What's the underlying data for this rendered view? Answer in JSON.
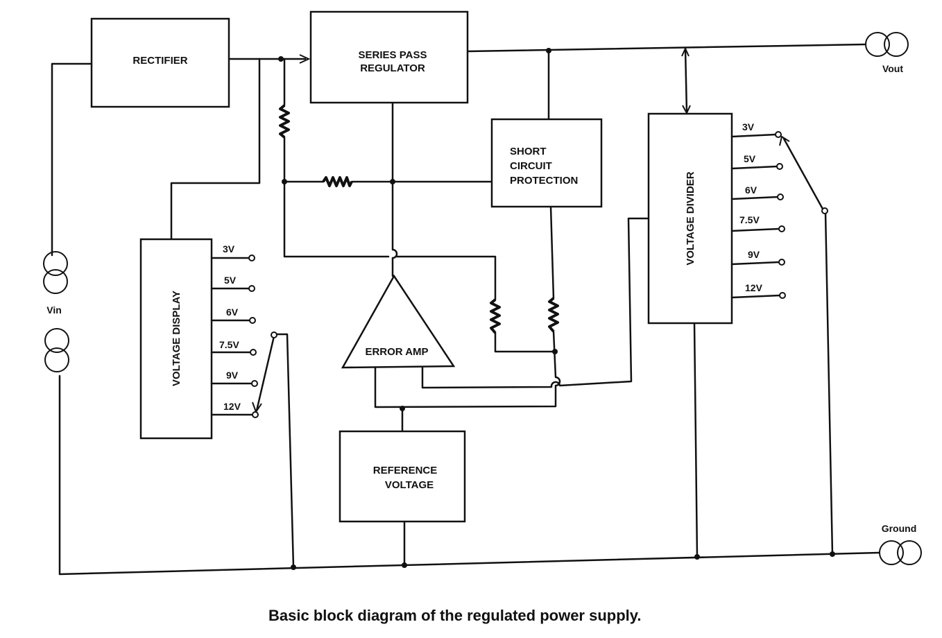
{
  "blocks": {
    "rectifier": "RECTIFIER",
    "series_pass_line1": "SERIES PASS",
    "series_pass_line2": "REGULATOR",
    "short_line1": "SHORT",
    "short_line2": "CIRCUIT",
    "short_line3": "PROTECTION",
    "voltage_divider": "VOLTAGE DIVIDER",
    "voltage_display": "VOLTAGE DISPLAY",
    "error_amp": "ERROR AMP",
    "reference_line1": "REFERENCE",
    "reference_line2": "VOLTAGE"
  },
  "terminals": {
    "vin": "Vin",
    "vout": "Vout",
    "ground": "Ground"
  },
  "divider_taps": [
    "3V",
    "5V",
    "6V",
    "7.5V",
    "9V",
    "12V"
  ],
  "display_taps": [
    "3V",
    "5V",
    "6V",
    "7.5V",
    "9V",
    "12V"
  ],
  "caption": "Basic block diagram of the regulated power supply."
}
